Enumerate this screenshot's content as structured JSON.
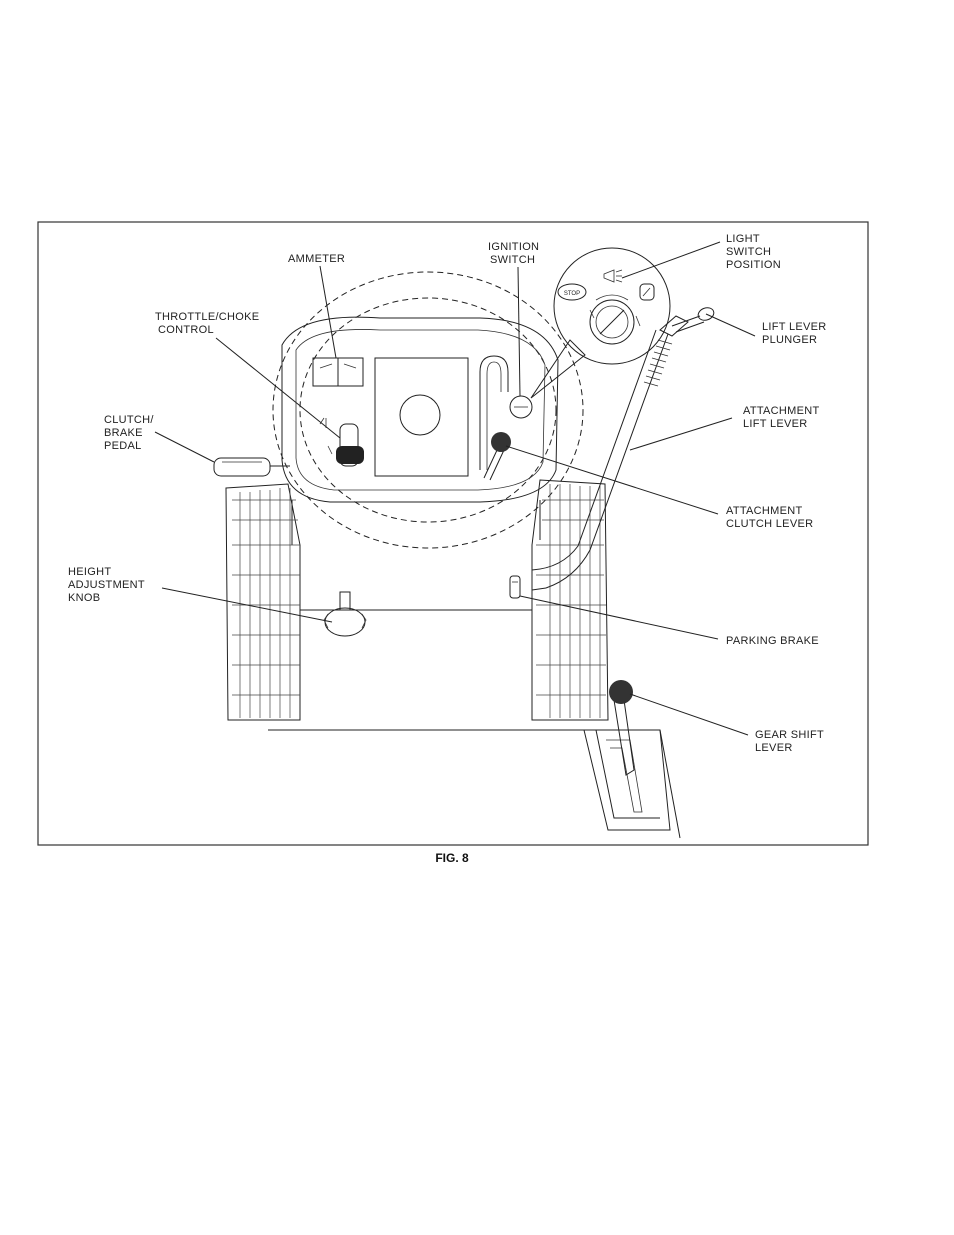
{
  "figure": {
    "caption": "FIG. 8",
    "labels": {
      "ammeter": "AMMETER",
      "ignition_switch": [
        "IGNITION",
        "SWITCH"
      ],
      "light_switch_position": [
        "LIGHT",
        "SWITCH",
        "POSITION"
      ],
      "throttle_choke_control": [
        "THROTTLE/CHOKE",
        "CONTROL"
      ],
      "lift_lever_plunger": [
        "LIFT LEVER",
        "PLUNGER"
      ],
      "clutch_brake_pedal": [
        "CLUTCH/",
        "BRAKE",
        "PEDAL"
      ],
      "attachment_lift_lever": [
        "ATTACHMENT",
        "LIFT LEVER"
      ],
      "attachment_clutch_lever": [
        "ATTACHMENT",
        "CLUTCH LEVER"
      ],
      "height_adjustment_knob": [
        "HEIGHT",
        "ADJUSTMENT",
        "KNOB"
      ],
      "parking_brake": "PARKING BRAKE",
      "gear_shift_lever": [
        "GEAR SHIFT",
        "LEVER"
      ]
    },
    "switch_face": {
      "stop": "STOP"
    }
  }
}
